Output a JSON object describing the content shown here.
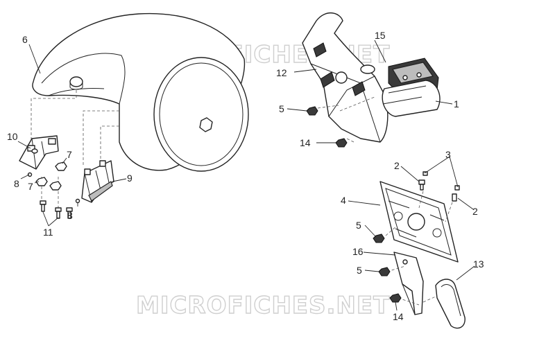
{
  "watermarks": [
    "MICROFICHES.NET",
    "MICROFICHES.NET"
  ],
  "callouts": [
    {
      "id": "c6",
      "text": "6"
    },
    {
      "id": "c10",
      "text": "10"
    },
    {
      "id": "c7a",
      "text": "7"
    },
    {
      "id": "c7b",
      "text": "7"
    },
    {
      "id": "c8a",
      "text": "8"
    },
    {
      "id": "c8b",
      "text": "8"
    },
    {
      "id": "c9",
      "text": "9"
    },
    {
      "id": "c11",
      "text": "11"
    },
    {
      "id": "c15",
      "text": "15"
    },
    {
      "id": "c12",
      "text": "12"
    },
    {
      "id": "c1",
      "text": "1"
    },
    {
      "id": "c5a",
      "text": "5"
    },
    {
      "id": "c14a",
      "text": "14"
    },
    {
      "id": "c2a",
      "text": "2"
    },
    {
      "id": "c3",
      "text": "3"
    },
    {
      "id": "c2b",
      "text": "2"
    },
    {
      "id": "c4",
      "text": "4"
    },
    {
      "id": "c5b",
      "text": "5"
    },
    {
      "id": "c16",
      "text": "16"
    },
    {
      "id": "c5c",
      "text": "5"
    },
    {
      "id": "c13",
      "text": "13"
    },
    {
      "id": "c14b",
      "text": "14"
    }
  ]
}
